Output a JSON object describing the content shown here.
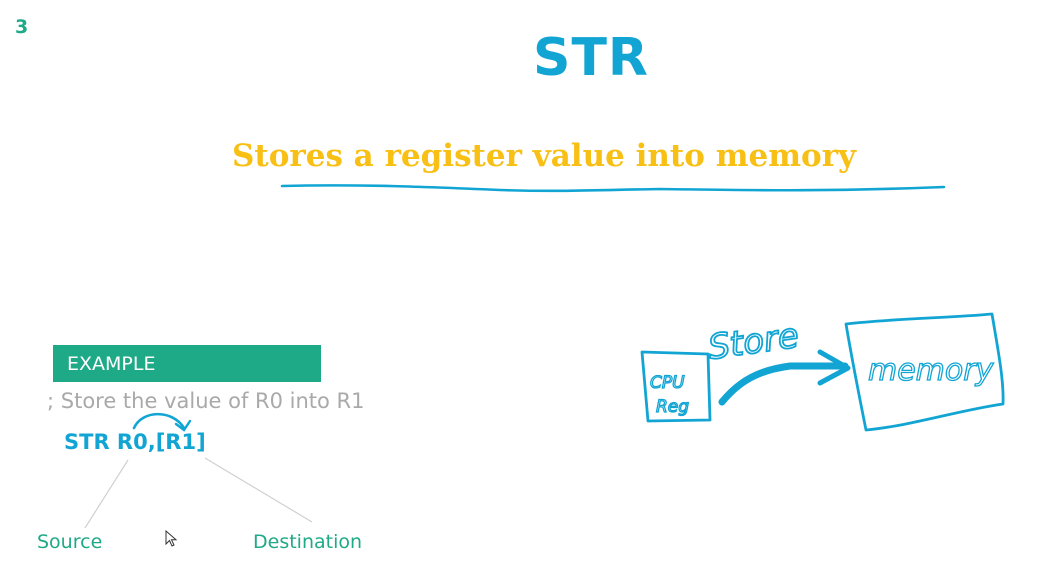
{
  "slide": {
    "number": "3",
    "title": "STR",
    "subtitle": "Stores a register value into memory"
  },
  "example": {
    "header": "EXAMPLE",
    "comment": "; Store the value of R0 into R1",
    "code": "STR R0,[R1]",
    "source_label": "Source",
    "destination_label": "Destination"
  },
  "annotation": {
    "ink_color": "#12a5d4",
    "handwritten_words": [
      "Store",
      "CPU Reg",
      "memory"
    ]
  },
  "colors": {
    "title": "#12a5d4",
    "subtitle": "#f8bf14",
    "accent": "#1faa87",
    "comment": "#a9a9a9"
  }
}
